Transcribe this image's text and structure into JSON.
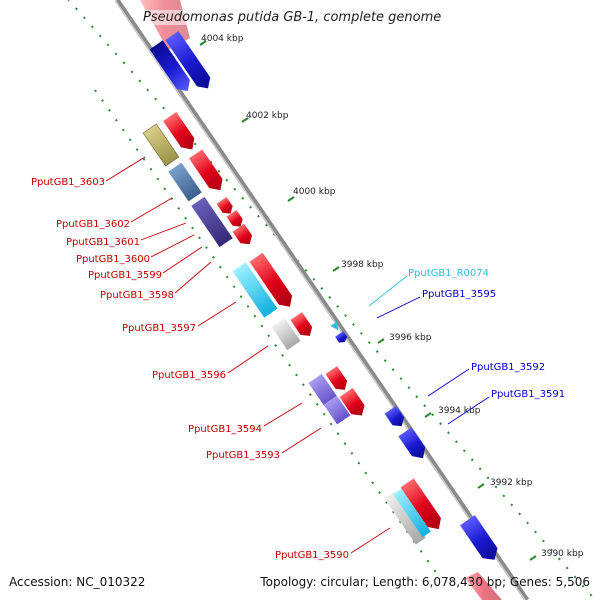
{
  "title": "Pseudomonas putida GB-1, complete genome",
  "footer": {
    "accession": "Accession: NC_010322",
    "topology": "Topology: circular; Length: 6,078,430 bp; Genes: 5,506"
  },
  "colors": {
    "reverse_strand_gene": "#e0001a",
    "forward_strand_gene": "#1a1ad0",
    "reverse_label": "#c00000",
    "forward_label": "#0000cc",
    "rna_label": "#33bbdd",
    "axis": "#8a8a8a",
    "tick_dots": "#2a8a2a"
  },
  "scale_ticks": [
    "4004 kbp",
    "4002 kbp",
    "4000 kbp",
    "3998 kbp",
    "3996 kbp",
    "3994 kbp",
    "3992 kbp",
    "3990 kbp"
  ],
  "gene_labels": {
    "reverse": [
      "PputGB1_3603",
      "PputGB1_3602",
      "PputGB1_3601",
      "PputGB1_3600",
      "PputGB1_3599",
      "PputGB1_3598",
      "PputGB1_3597",
      "PputGB1_3596",
      "PputGB1_3594",
      "PputGB1_3593",
      "PputGB1_3590"
    ],
    "forward": [
      "PputGB1_R0074",
      "PputGB1_3595",
      "PputGB1_3592",
      "PputGB1_3591"
    ]
  }
}
